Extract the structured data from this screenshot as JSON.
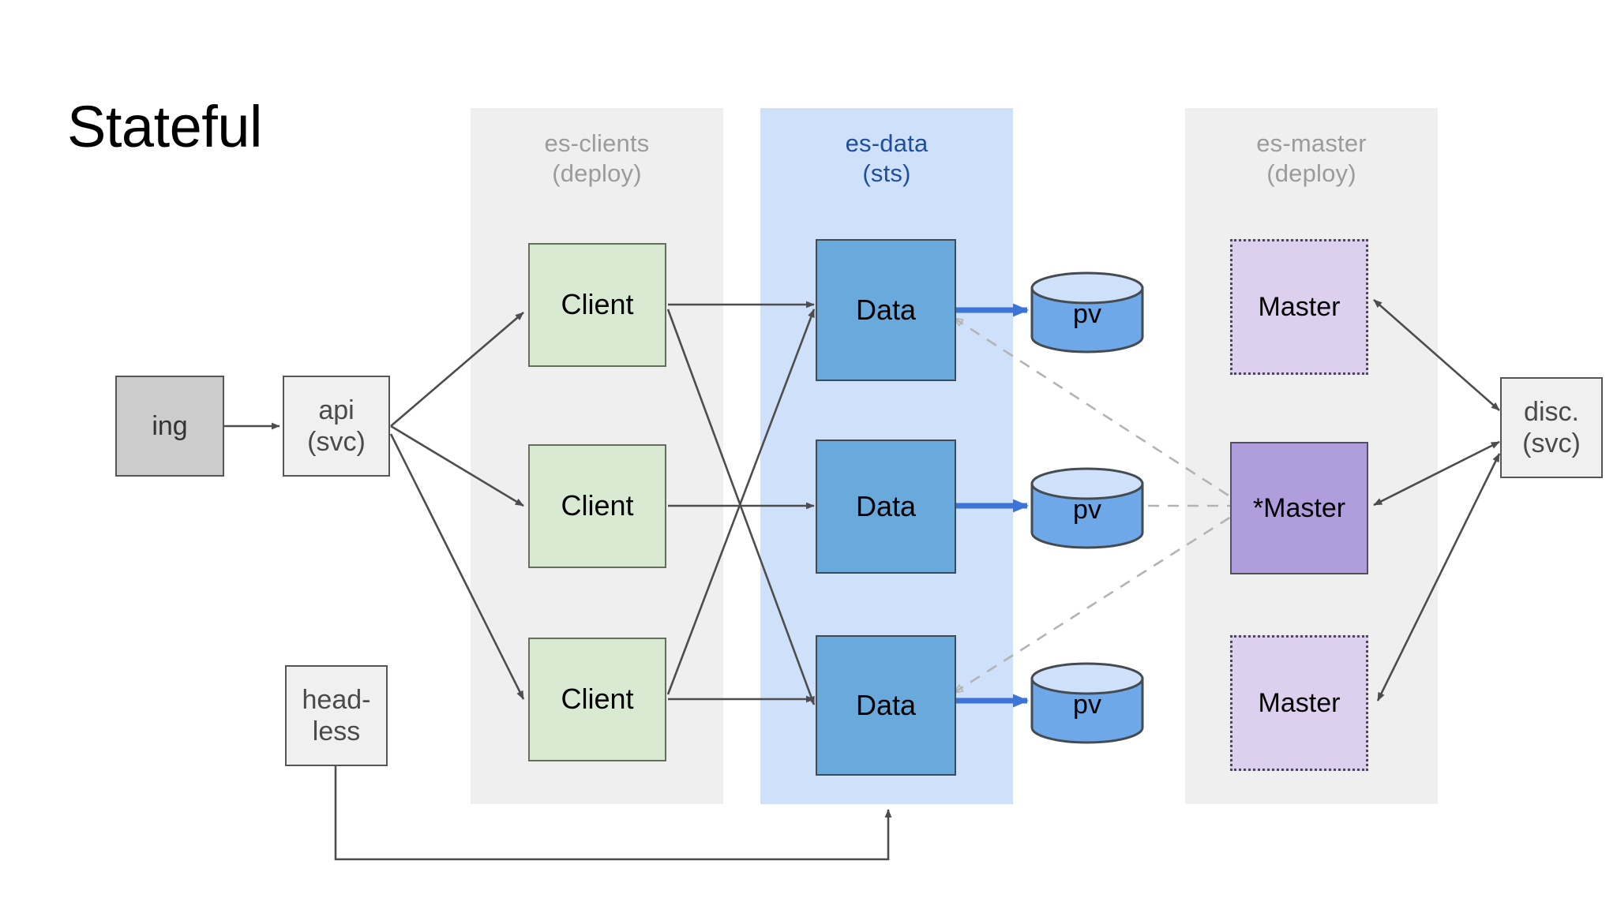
{
  "title": "Stateful",
  "bands": [
    {
      "name": "es-clients",
      "label": "es-clients\n(deploy)",
      "style": "grey"
    },
    {
      "name": "es-data",
      "label": "es-data\n(sts)",
      "style": "blue"
    },
    {
      "name": "es-master",
      "label": "es-master\n(deploy)",
      "style": "grey"
    }
  ],
  "ingress": {
    "label": "ing"
  },
  "api_service": {
    "label": "api\n(svc)"
  },
  "headless_service": {
    "label": "head-\nless"
  },
  "discovery_service": {
    "label": "disc.\n(svc)"
  },
  "clients": [
    {
      "label": "Client"
    },
    {
      "label": "Client"
    },
    {
      "label": "Client"
    }
  ],
  "data_nodes": [
    {
      "label": "Data"
    },
    {
      "label": "Data"
    },
    {
      "label": "Data"
    }
  ],
  "volumes": [
    {
      "label": "pv"
    },
    {
      "label": "pv"
    },
    {
      "label": "pv"
    }
  ],
  "masters": [
    {
      "label": "Master",
      "state": "idle"
    },
    {
      "label": "*Master",
      "state": "active"
    },
    {
      "label": "Master",
      "state": "idle"
    }
  ],
  "colors": {
    "band_grey": "#efefef",
    "band_blue": "#cfe0fa",
    "band_label_grey": "#9b9b9b",
    "band_label_blue": "#1f4e9c",
    "ingress_fill": "#cccccc",
    "service_fill": "#f0f0f0",
    "client_fill": "#d9ead3",
    "data_fill": "#6aa9dc",
    "pv_fill": "#6fa8e8",
    "pv_top_fill": "#cfe0fa",
    "master_idle_fill": "#ddd0ee",
    "master_active_fill": "#b09ddb",
    "edge_solid": "#4d4d4d",
    "edge_dashed": "#b3b3b3",
    "edge_blue": "#3d74d8",
    "background": "#ffffff"
  }
}
